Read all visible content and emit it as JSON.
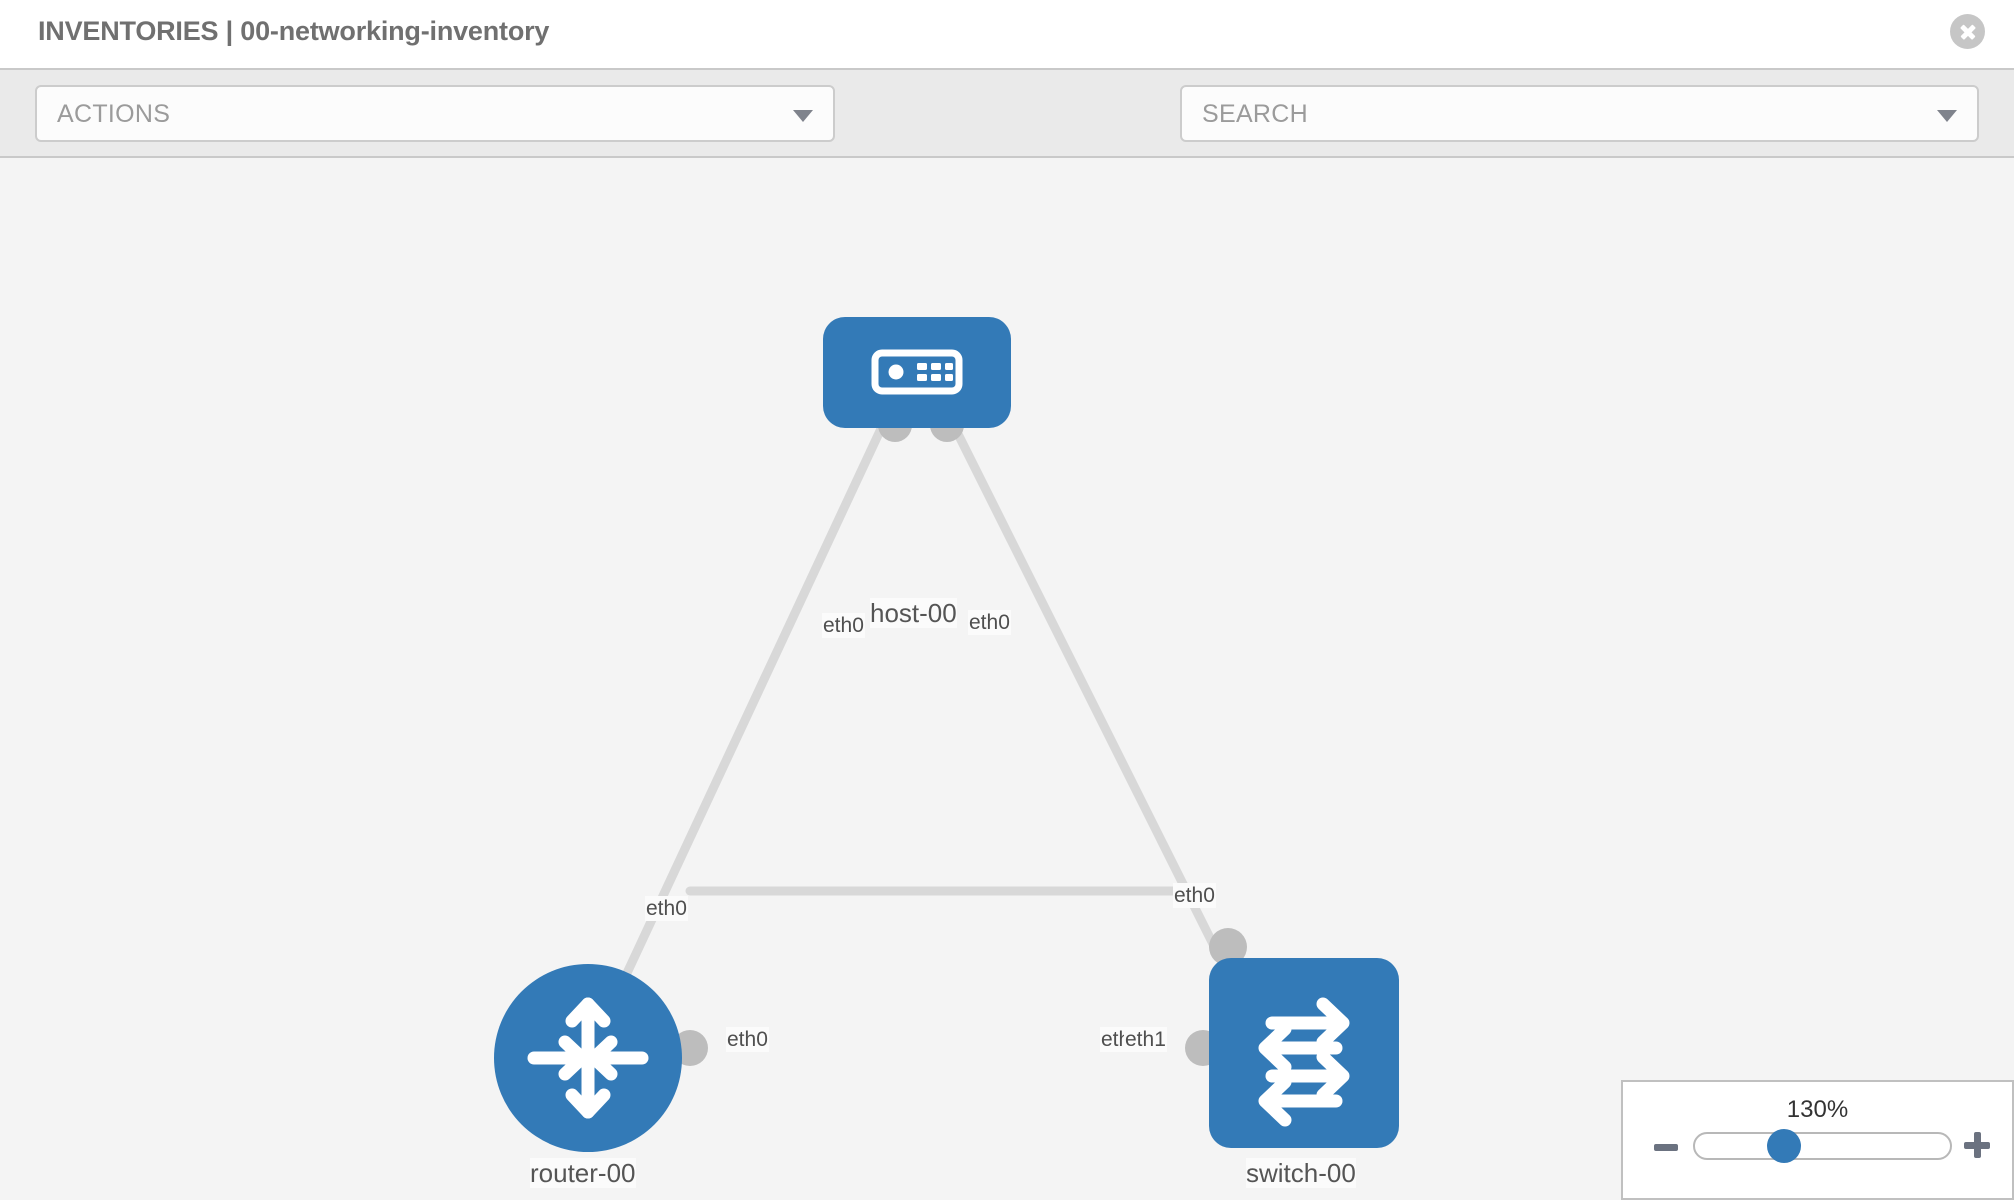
{
  "header": {
    "title": "INVENTORIES | 00-networking-inventory",
    "close_icon": "close-circle-icon"
  },
  "toolbar": {
    "actions_label": "ACTIONS",
    "actions_caret": "chevron-down-icon",
    "wrench_icon": "wrench-icon",
    "key_icon": "key-icon",
    "search_placeholder": "SEARCH",
    "search_caret": "chevron-down-icon"
  },
  "topology": {
    "accent_color": "#337ab7",
    "connector_color": "#bdbdbd",
    "link_color": "#d8d8d8",
    "nodes": [
      {
        "id": "host-00",
        "label": "host-00",
        "type": "host",
        "icon": "server-icon"
      },
      {
        "id": "router-00",
        "label": "router-00",
        "type": "router",
        "icon": "router-arrows-icon"
      },
      {
        "id": "switch-00",
        "label": "switch-00",
        "type": "switch",
        "icon": "switch-arrows-icon"
      }
    ],
    "links": [
      {
        "from": "host-00",
        "from_port": "eth0",
        "to": "router-00",
        "to_port": "eth0"
      },
      {
        "from": "host-00",
        "from_port": "eth0",
        "to": "switch-00",
        "to_port": "eth0"
      },
      {
        "from": "router-00",
        "from_port": "eth0",
        "to": "switch-00",
        "to_port": "eth1"
      }
    ],
    "port_labels": {
      "host_left": "eth0",
      "host_right": "eth0",
      "router_up": "eth0",
      "switch_up": "eth0",
      "router_right": "eth0",
      "switch_left_hidden": "eth0",
      "switch_left": "eth1"
    }
  },
  "zoom_control": {
    "value": "130%",
    "minus_icon": "minus-icon",
    "plus_icon": "plus-icon"
  }
}
